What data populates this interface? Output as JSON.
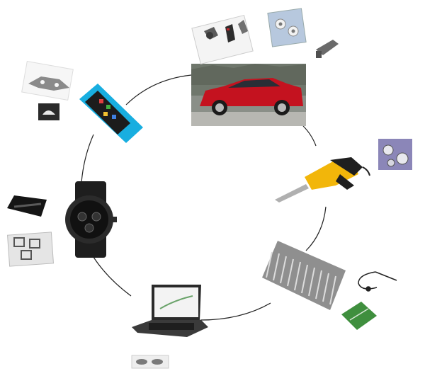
{
  "diagram": {
    "description": "",
    "ring_color": "#222222",
    "nodes": [
      {
        "name": "car",
        "icon": "car-icon"
      },
      {
        "name": "power-tool",
        "icon": "reciprocating-saw-icon"
      },
      {
        "name": "medical-instruments",
        "icon": "surgical-instruments-icon"
      },
      {
        "name": "laptop",
        "icon": "laptop-icon"
      },
      {
        "name": "watch",
        "icon": "wristwatch-icon"
      },
      {
        "name": "mobile-phone",
        "icon": "mobile-phone-icon"
      }
    ],
    "component_thumbnails": [
      {
        "name": "car-key-parts",
        "icon": "key-parts-icon"
      },
      {
        "name": "car-sensor-parts",
        "icon": "sensor-parts-icon"
      },
      {
        "name": "car-valve-part",
        "icon": "valve-part-icon"
      },
      {
        "name": "tool-gear-parts",
        "icon": "gear-parts-icon"
      },
      {
        "name": "probe-cable",
        "icon": "cable-icon"
      },
      {
        "name": "needle-card",
        "icon": "needle-icon"
      },
      {
        "name": "laptop-hinge-part",
        "icon": "hinge-part-icon"
      },
      {
        "name": "watch-band-links",
        "icon": "band-links-icon"
      },
      {
        "name": "watch-case-parts",
        "icon": "case-parts-icon"
      },
      {
        "name": "phone-bracket-parts",
        "icon": "bracket-parts-icon"
      },
      {
        "name": "phone-small-part",
        "icon": "small-part-icon"
      }
    ]
  }
}
